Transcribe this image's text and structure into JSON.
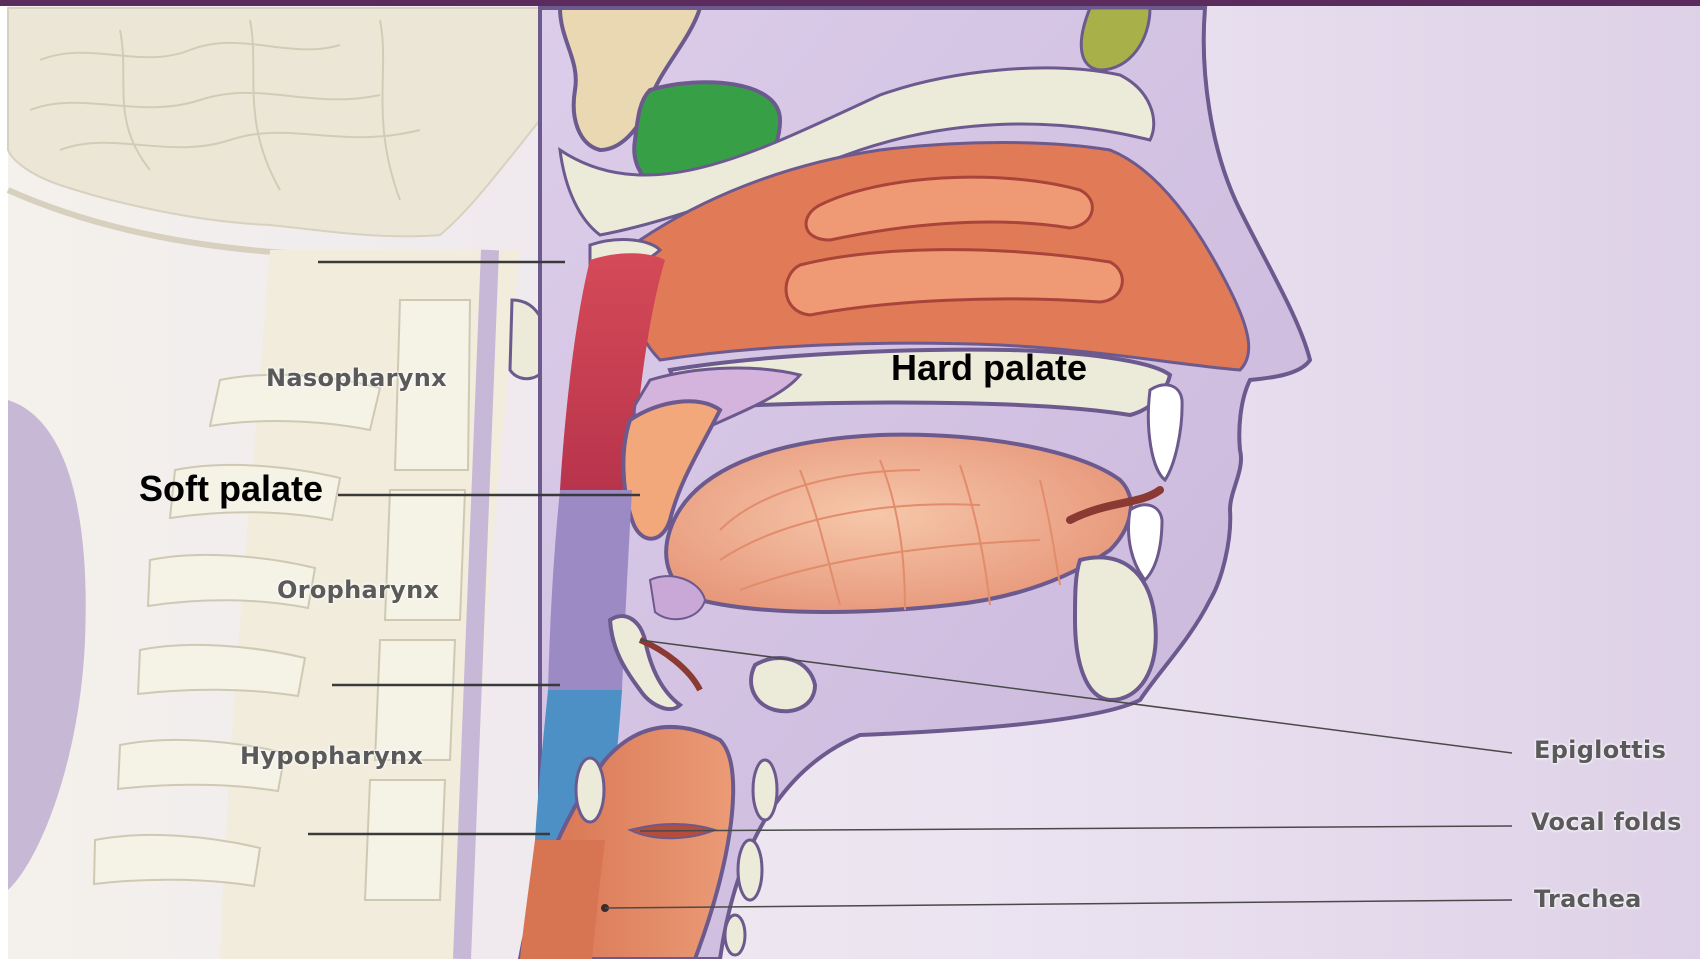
{
  "labels": {
    "nasopharynx": "Nasopharynx",
    "oropharynx": "Oropharynx",
    "hypopharynx": "Hypopharynx",
    "soft_palate": "Soft palate",
    "hard_palate": "Hard palate",
    "epiglottis": "Epiglottis",
    "vocal_folds": "Vocal folds",
    "trachea": "Trachea"
  },
  "colors": {
    "background": "#f2edf6",
    "header_bar": "#5b2b5e",
    "skin_outline": "#6c5a8e",
    "face_fill": "#d9cbe4",
    "nasal_cavity": "#e07a57",
    "nasopharynx_region": "#c63c52",
    "oropharynx_region": "#9c8ac4",
    "hypopharynx_region": "#4d90c6",
    "tongue": "#efad8b",
    "sinus": "#37a047",
    "bone": "#ecead9",
    "brain": "#eae4d2"
  }
}
